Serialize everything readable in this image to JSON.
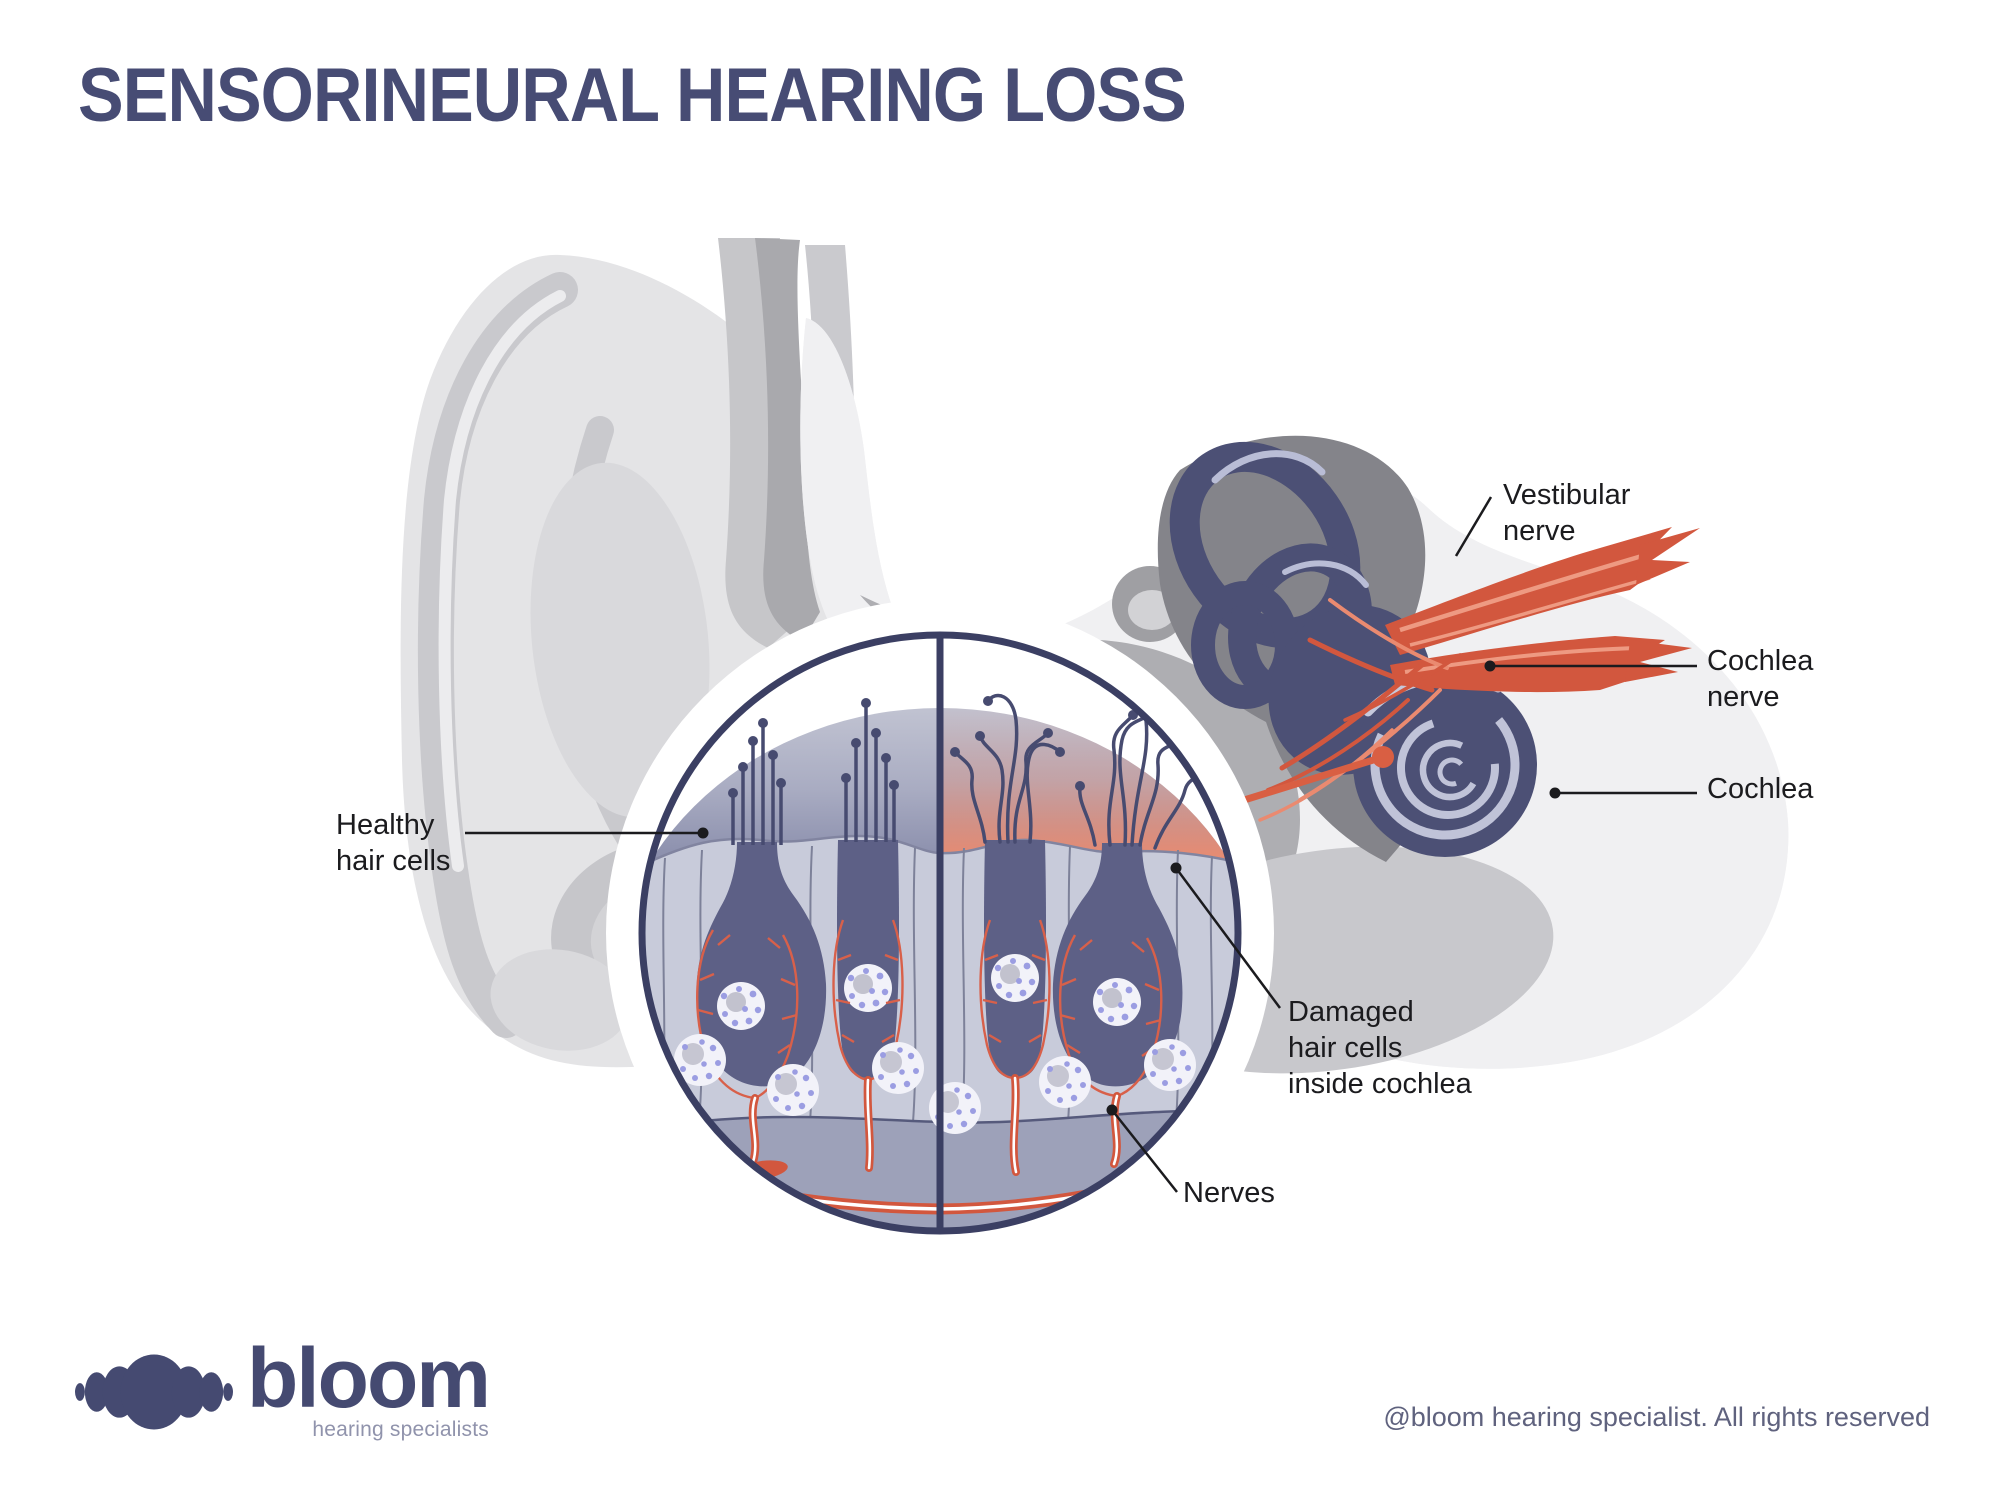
{
  "title": "SENSORINEURAL HEARING LOSS",
  "diagram": {
    "labels": {
      "healthy": "Healthy\nhair cells",
      "vestibular": "Vestibular\nnerve",
      "cochlea_nerve": "Cochlea\nnerve",
      "cochlea": "Cochlea",
      "damaged": "Damaged\nhair cells\ninside cochlea",
      "nerves": "Nerves"
    },
    "inset": {
      "left_half": "healthy hair cells with straight stereocilia",
      "right_half": "damaged hair cells with bent stereocilia"
    }
  },
  "logo": {
    "icon": "soundwave-icon",
    "name": "bloom",
    "tagline": "hearing specialists"
  },
  "footer": {
    "copyright": "@bloom hearing specialist. All rights reserved"
  },
  "colors": {
    "title": "#474c74",
    "label_text": "#1b1b1e",
    "labyrinth_navy": "#4c5075",
    "nerve_red": "#d2573e",
    "nerve_light": "#ea8a70",
    "inset_border": "#3b3f63",
    "hair_cell": "#5d6086",
    "epithelium": "#c8cbda",
    "orange_glow": "#ef8b6d",
    "bone_fill": "#f0f0f2",
    "bone_speckle": "#b2b2b6",
    "logo_navy": "#454a71",
    "logo_grey": "#9093ac"
  }
}
